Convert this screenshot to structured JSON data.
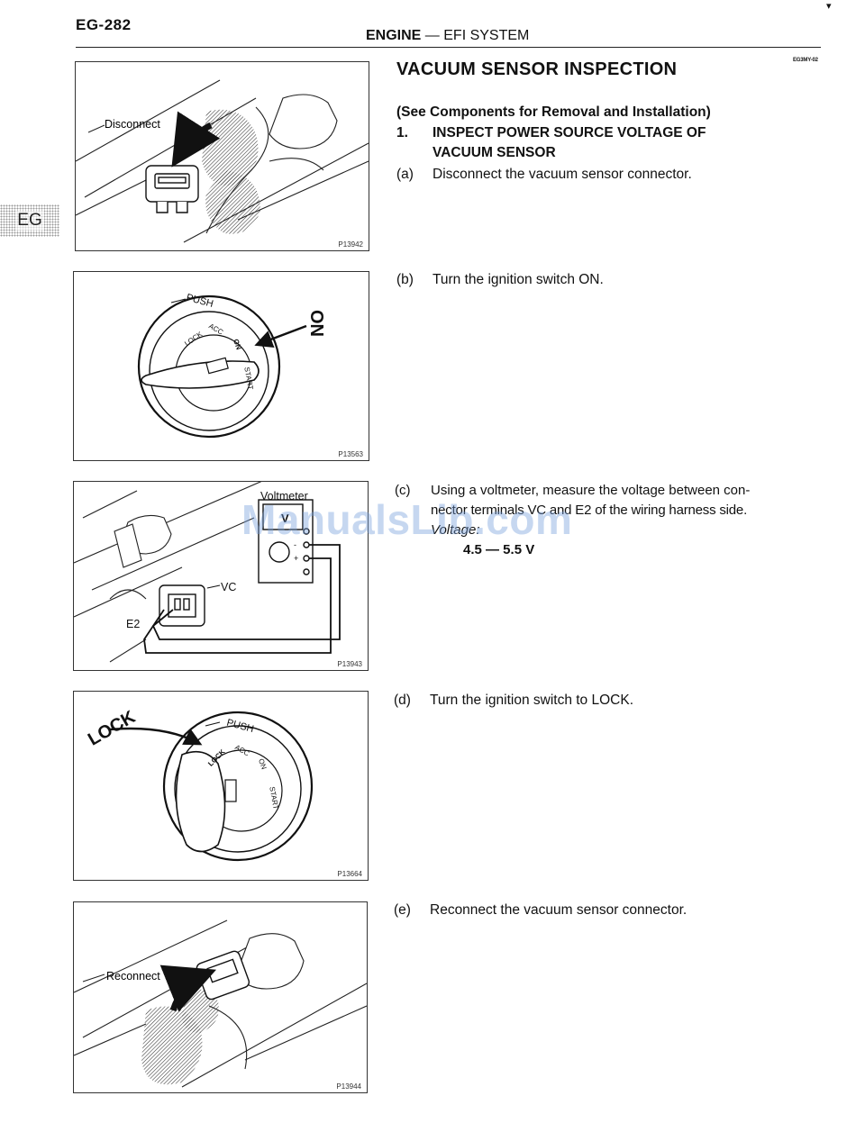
{
  "page": {
    "number": "EG-282",
    "section": "ENGINE",
    "separator": "—",
    "subsection": "EFI SYSTEM",
    "doc_code": "EG3MY-02",
    "side_tab": "EG"
  },
  "title": "VACUUM SENSOR INSPECTION",
  "subtitle": "(See Components for Removal and Installation)",
  "step": {
    "number": "1.",
    "heading_line1": "INSPECT POWER SOURCE VOLTAGE OF",
    "heading_line2": "VACUUM SENSOR"
  },
  "substeps": [
    {
      "label": "(a)",
      "text": "Disconnect the vacuum sensor connector."
    },
    {
      "label": "(b)",
      "text": "Turn the ignition switch ON."
    },
    {
      "label": "(c)",
      "line1": "Using a voltmeter, measure the voltage between con-",
      "line2": "nector terminals VC and E2 of the wiring harness side.",
      "voltage_label": "Voltage:",
      "voltage_value": "4.5 — 5.5 V"
    },
    {
      "label": "(d)",
      "text": "Turn the ignition switch to LOCK."
    },
    {
      "label": "(e)",
      "text": "Reconnect the vacuum sensor connector."
    }
  ],
  "figures": [
    {
      "code": "P13942",
      "label": "Disconnect"
    },
    {
      "code": "P13563",
      "push": "PUSH",
      "lock": "LOCK",
      "acc": "ACC",
      "on": "ON",
      "start": "START",
      "callout": "ON"
    },
    {
      "code": "P13943",
      "meter": "Voltmeter",
      "vc": "VC",
      "e2": "E2",
      "meter_v": "V",
      "plus": "+",
      "minus": "-"
    },
    {
      "code": "P13664",
      "push": "PUSH",
      "lock": "LOCK",
      "acc": "ACC",
      "on": "ON",
      "start": "START",
      "callout": "LOCK"
    },
    {
      "code": "P13944",
      "label": "Reconnect"
    }
  ],
  "watermark": "ManualsLib.com"
}
